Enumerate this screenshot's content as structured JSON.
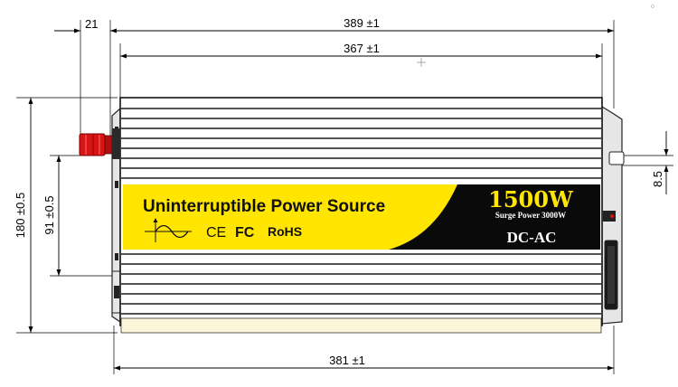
{
  "dimensions": {
    "left_offset": "21",
    "overall_width": "389 ±1",
    "body_width": "367 ±1",
    "base_width": "381 ±1",
    "height": "180 ±0.5",
    "terminal_height": "91 ±0.5",
    "mount_hole": "8.5"
  },
  "label": {
    "title": "Uninterruptible Power Source",
    "certifications": "CE FC RoHS",
    "ce_mark": "CE",
    "fc_mark": "FC",
    "rohs_mark": "RoHS",
    "power_rating": "1500W",
    "surge_power": "Surge Power 3000W",
    "type": "DC-AC"
  },
  "colors": {
    "label_yellow": "#FFE500",
    "label_black": "#0a0a0a",
    "terminal_red": "#d81414",
    "base_strip": "#fdf6d8"
  },
  "icons": [
    "sine-wave-icon",
    "red-terminal-icon",
    "center-mark-icon"
  ]
}
